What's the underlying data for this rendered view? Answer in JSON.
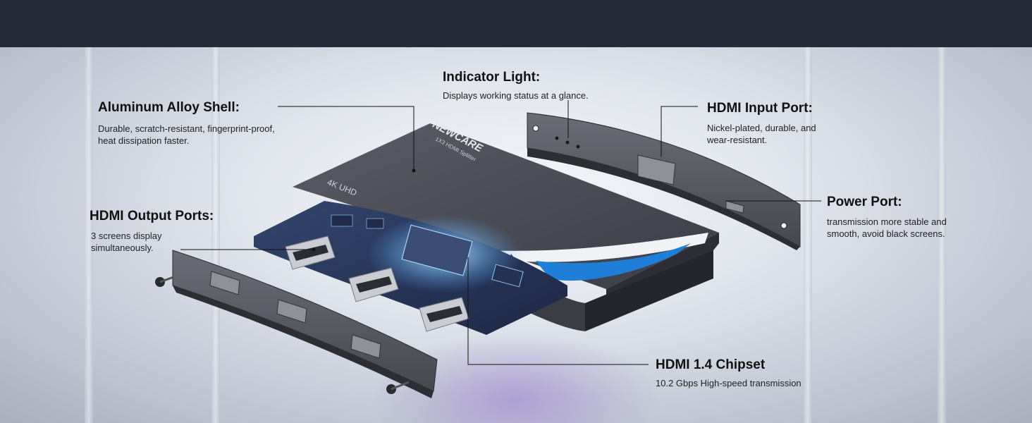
{
  "brand": {
    "logo_text": "NEWCARE",
    "model_text": "1X3 HDMI Splitter",
    "badge_text": "4K UHD"
  },
  "callouts": {
    "indicator": {
      "title": "Indicator Light:",
      "desc": "Displays working status at a glance."
    },
    "shell": {
      "title": "Aluminum Alloy Shell:",
      "desc_line1": "Durable, scratch-resistant, fingerprint-proof,",
      "desc_line2": "heat dissipation faster."
    },
    "input": {
      "title": "HDMI Input Port:",
      "desc_line1": "Nickel-plated, durable, and",
      "desc_line2": "wear-resistant."
    },
    "output": {
      "title": "HDMI Output Ports:",
      "desc_line1": "3 screens display",
      "desc_line2": "simultaneously."
    },
    "power": {
      "title": "Power Port:",
      "desc_line1": "transmission more stable and",
      "desc_line2": "smooth, avoid black screens."
    },
    "chipset": {
      "title": "HDMI 1.4 Chipset",
      "desc": "10.2 Gbps High-speed transmission"
    }
  },
  "colors": {
    "top_bar": "#252a39",
    "shell": "#4a4d55",
    "pcb": "#2a3a5c",
    "accent_blue": "#1f7fd8",
    "leader_line": "#111111"
  }
}
